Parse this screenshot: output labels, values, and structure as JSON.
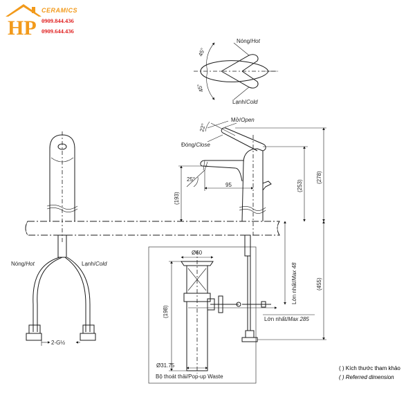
{
  "colors": {
    "logo_orange": "#f29a1b",
    "logo_red": "#e02020",
    "line": "#1a1a1a"
  },
  "logo": {
    "initials": "HP",
    "brand": "CERAMICS",
    "phone_1": "0909.844.436",
    "phone_2": "0909.644.436"
  },
  "top_view": {
    "hot_label": "Nóng/",
    "hot_label_en": "Hot",
    "cold_label": "Lạnh/",
    "cold_label_en": "Cold",
    "angle_upper": "45°",
    "angle_lower": "45°"
  },
  "side_view": {
    "open_label": "Mở/",
    "open_label_en": "Open",
    "close_label": "Đóng/",
    "close_label_en": "Close",
    "handle_angle": "22°",
    "spout_angle": "25°",
    "dim_spout_reach": "95",
    "dim_spout_height": "(193)",
    "dim_handle_height": "(253)",
    "dim_total_height": "(278)",
    "dim_deck_depth": "(455)",
    "max_deck_label": "Lớn nhất/",
    "max_deck_label_en": "Max 48",
    "max_horizontal_label": "Lớn nhất/",
    "max_horizontal_label_en": "Max 285"
  },
  "front_view": {
    "hot_label": "Nóng/",
    "hot_label_en": "Hot",
    "cold_label": "Lạnh/",
    "cold_label_en": "Cold",
    "thread": "2-G½"
  },
  "waste": {
    "dia_top": "Ø60",
    "length": "(198)",
    "dia_bottom": "Ø31.75",
    "caption_vi": "Bộ thoát thải/",
    "caption_en": "Pop-up Waste"
  },
  "notes": {
    "referred_vi": "( ) Kích thước tham khảo",
    "referred_en": "( ) Referred dimension"
  }
}
